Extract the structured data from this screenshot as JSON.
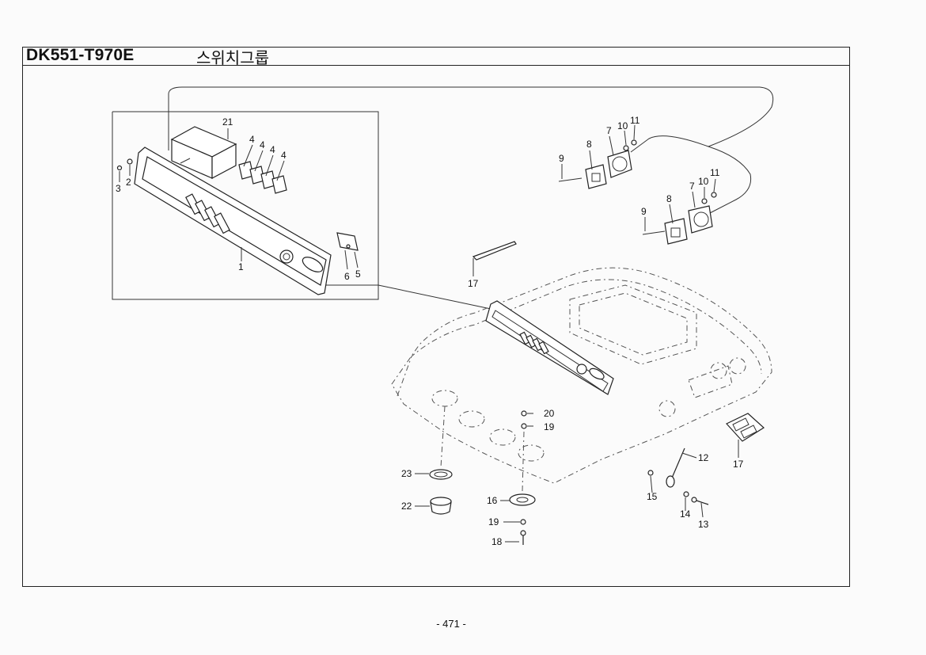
{
  "header": {
    "model_code": "DK551-T970E",
    "group_title": "스위치그룹"
  },
  "footer": {
    "page_number": "- 471 -"
  },
  "callouts": {
    "c1": "1",
    "c2": "2",
    "c3": "3",
    "c4a": "4",
    "c4b": "4",
    "c4c": "4",
    "c4d": "4",
    "c5": "5",
    "c6": "6",
    "c7a": "7",
    "c7b": "7",
    "c8a": "8",
    "c8b": "8",
    "c9a": "9",
    "c9b": "9",
    "c10a": "10",
    "c10b": "10",
    "c11a": "11",
    "c11b": "11",
    "c12": "12",
    "c13": "13",
    "c14": "14",
    "c15": "15",
    "c16": "16",
    "c17a": "17",
    "c17b": "17",
    "c18": "18",
    "c19a": "19",
    "c19b": "19",
    "c20": "20",
    "c21": "21",
    "c22": "22",
    "c23": "23"
  }
}
